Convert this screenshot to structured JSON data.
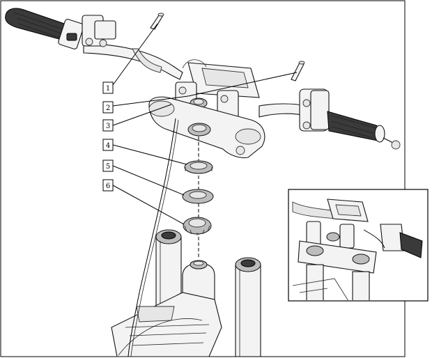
{
  "callouts": [
    {
      "label": "1"
    },
    {
      "label": "2"
    },
    {
      "label": "3"
    },
    {
      "label": "4"
    },
    {
      "label": "5"
    },
    {
      "label": "6"
    }
  ],
  "icons": {
    "inset": "assembled-steering-detail-icon"
  }
}
